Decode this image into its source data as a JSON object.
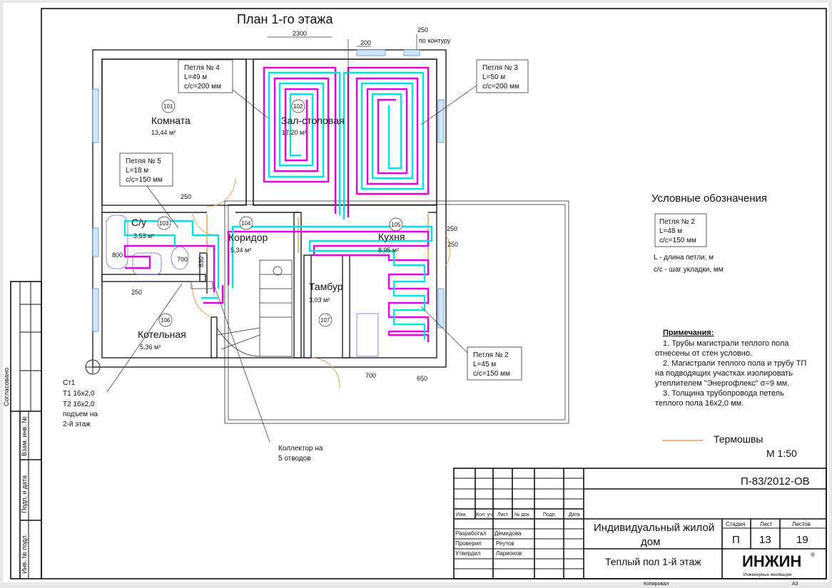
{
  "title": "План 1-го этажа",
  "dimensions": {
    "d2300": "2300",
    "d200": "200",
    "d250_top": "250",
    "contour": "по контуру",
    "d250_wc": "250",
    "d800": "800",
    "d700_wc": "700",
    "d830": "830",
    "d250_boiler": "250",
    "d250_k1": "250",
    "d250_k2": "250",
    "d700_k": "700",
    "d650": "650"
  },
  "rooms": [
    {
      "num": "101",
      "name": "Комната",
      "area": "13,44 м²"
    },
    {
      "num": "102",
      "name": "Зал-столовая",
      "area": "17,20 м²"
    },
    {
      "num": "103",
      "name": "С/у",
      "area": "3,53 м²"
    },
    {
      "num": "104",
      "name": "Коридор",
      "area": "5,34 м²"
    },
    {
      "num": "105",
      "name": "Кухня",
      "area": "8,95 м²"
    },
    {
      "num": "106",
      "name": "Котельная",
      "area": "5,36 м²"
    },
    {
      "num": "107",
      "name": "Тамбур",
      "area": "3,03 м²"
    }
  ],
  "loops": [
    {
      "name": "Петля № 4",
      "length": "L=49 м",
      "step": "с/с=200 мм"
    },
    {
      "name": "Петля № 3",
      "length": "L=50 м",
      "step": "с/с=200 мм"
    },
    {
      "name": "Петля № 5",
      "length": "L=18 м",
      "step": "с/с=150 мм"
    },
    {
      "name": "Петля № 2",
      "length": "L=45 м",
      "step": "с/с=150 мм"
    }
  ],
  "riser": {
    "name": "Ст1",
    "t1": "Т1 16х2,0",
    "t2": "Т2  16х2,0",
    "note1": "подъем на",
    "note2": "2-й этаж"
  },
  "collector": {
    "line1": "Коллектор на",
    "line2": "5 отводов"
  },
  "legend": {
    "title": "Условные обозначения",
    "sample": {
      "name": "Петля № 2",
      "length": "L=48 м",
      "step": "с/с=150 мм"
    },
    "l_desc": "L - длина петли, м",
    "cc_desc": "с/с - шаг укладки, мм",
    "thermo": "Термошвы",
    "thermo_color": "#f0a050",
    "scale": "М 1:50"
  },
  "notes": {
    "title": "Примечания:",
    "lines": [
      "1. Трубы магистрали теплого пола",
      "отнесены от стен условно.",
      "2. Магистрали теплого пола и трубу ТП",
      "на подводящих участках изолировать",
      "утеплителем \"Энергофлекс\" σ=9 мм.",
      "3. Толщина трубопровода петель",
      "теплого пола 16х2,0 мм."
    ]
  },
  "side_strip": {
    "agreed": "Согласовано",
    "inv_replace": "Взам. инв. №",
    "sign_date": "Подп. и дата",
    "inv_orig": "Инв. № подл."
  },
  "title_block": {
    "code": "П-83/2012-ОВ",
    "headers": [
      "Изм.",
      "Кол. уч.",
      "Лист",
      "№ док.",
      "Подп.",
      "Дата"
    ],
    "roles": [
      {
        "role": "Разработал",
        "name": "Демидова"
      },
      {
        "role": "Проверил",
        "name": "Реутов"
      },
      {
        "role": "Утвердил",
        "name": "Ларионов"
      }
    ],
    "project1": "Индивидуальный жилой",
    "project2": "дом",
    "stage_label": "Стадия",
    "sheet_label": "Лист",
    "sheets_label": "Листов",
    "stage": "П",
    "sheet": "13",
    "sheets": "19",
    "sheet_title": "Теплый пол 1-й этаж",
    "logo": "ИНЖИН",
    "logo_sub": "Инженерные инновации",
    "copied": "Копировал",
    "format": "А3"
  },
  "colors": {
    "supply": "#e600e6",
    "return": "#00e4e4",
    "wall": "#222222"
  }
}
